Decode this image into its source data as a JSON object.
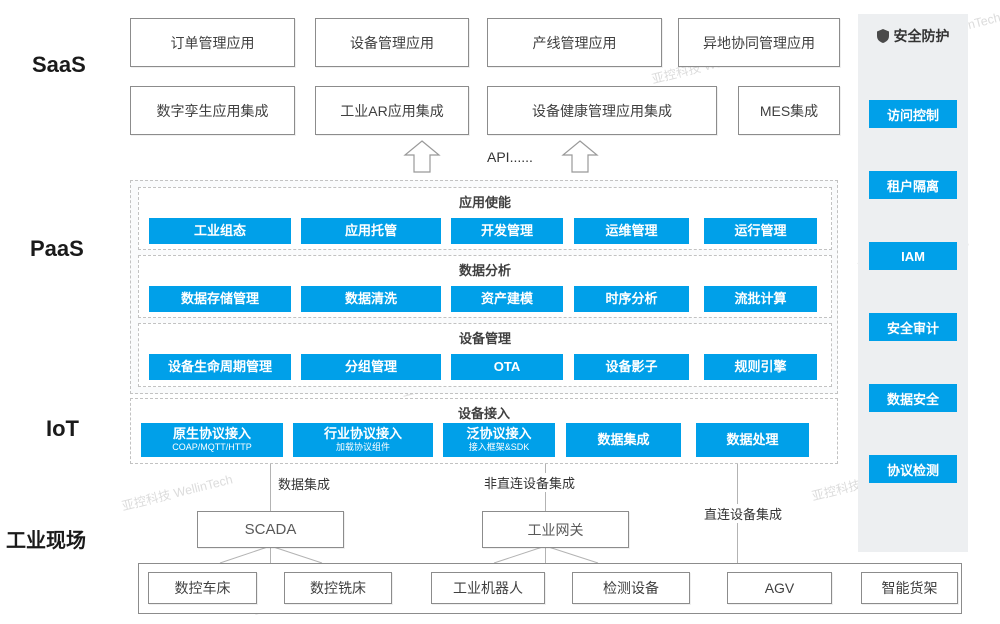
{
  "layers": {
    "saas_label": "SaaS",
    "paas_label": "PaaS",
    "iot_label": "IoT",
    "field_label": "工业现场"
  },
  "saas": {
    "row1": [
      "订单管理应用",
      "设备管理应用",
      "产线管理应用",
      "异地协同管理应用"
    ],
    "row2": [
      "数字孪生应用集成",
      "工业AR应用集成",
      "设备健康管理应用集成",
      "MES集成"
    ]
  },
  "api_label": "API......",
  "paas": {
    "sections": [
      {
        "title": "应用使能",
        "items": [
          "工业组态",
          "应用托管",
          "开发管理",
          "运维管理",
          "运行管理"
        ]
      },
      {
        "title": "数据分析",
        "items": [
          "数据存储管理",
          "数据清洗",
          "资产建模",
          "时序分析",
          "流批计算"
        ]
      },
      {
        "title": "设备管理",
        "items": [
          "设备生命周期管理",
          "分组管理",
          "OTA",
          "设备影子",
          "规则引擎"
        ]
      }
    ]
  },
  "iot": {
    "title": "设备接入",
    "items": [
      {
        "label": "原生协议接入",
        "sub": "COAP/MQTT/HTTP"
      },
      {
        "label": "行业协议接入",
        "sub": "加载协议组件"
      },
      {
        "label": "泛协议接入",
        "sub": "接入框架&SDK"
      },
      {
        "label": "数据集成",
        "sub": ""
      },
      {
        "label": "数据处理",
        "sub": ""
      }
    ]
  },
  "connections": {
    "scada_link_label": "数据集成",
    "gateway_link_label": "非直连设备集成",
    "direct_link_label": "直连设备集成"
  },
  "field": {
    "scada": "SCADA",
    "gateway": "工业网关",
    "devices": [
      "数控车床",
      "数控铣床",
      "工业机器人",
      "检测设备",
      "AGV",
      "智能货架"
    ]
  },
  "security": {
    "title": "安全防护",
    "items": [
      "访问控制",
      "租户隔离",
      "IAM",
      "安全审计",
      "数据安全",
      "协议检测"
    ]
  },
  "icons": {
    "security": "shield-icon"
  },
  "watermark": "亚控科技 WellinTech",
  "colors": {
    "accent": "#00A0E9",
    "panel_bg": "#edeff1"
  }
}
